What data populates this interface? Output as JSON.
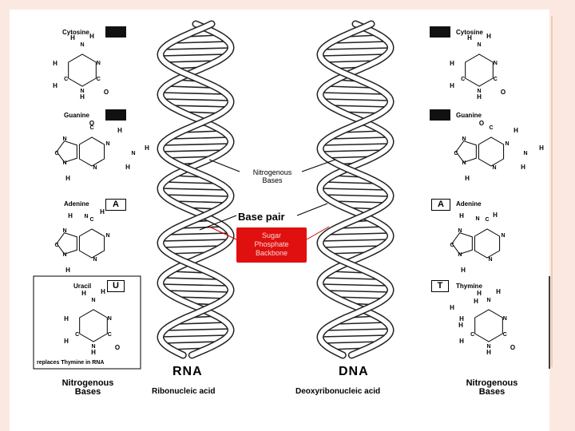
{
  "left_bases": {
    "cytosine": "Cytosine",
    "guanine": "Guanine",
    "adenine": "Adenine",
    "adenine_letter": "A",
    "uracil": "Uracil",
    "uracil_letter": "U",
    "uracil_note": "replaces Thymine in RNA"
  },
  "right_bases": {
    "cytosine": "Cytosine",
    "guanine": "Guanine",
    "adenine": "Adenine",
    "adenine_letter": "A",
    "thymine": "Thymine",
    "thymine_letter": "T"
  },
  "center": {
    "nitrogenous_bases_line1": "Nitrogenous",
    "nitrogenous_bases_line2": "Bases",
    "base_pair": "Base pair",
    "backbone_line1": "Sugar",
    "backbone_line2": "Phosphate",
    "backbone_line3": "Backbone"
  },
  "rna": {
    "title": "RNA",
    "subtitle": "Ribonucleic acid"
  },
  "dna": {
    "title": "DNA",
    "subtitle": "Deoxyribonucleic acid"
  },
  "bottom_left": {
    "line1": "Nitrogenous",
    "line2": "Bases"
  },
  "bottom_right": {
    "line1": "Nitrogenous",
    "line2": "Bases"
  },
  "atoms": {
    "H": "H",
    "N": "N",
    "O": "O",
    "C": "C"
  },
  "colors": {
    "backbone_box": "#e01010",
    "page_bg": "#fbe9e1",
    "panel_bg": "#ffffff"
  }
}
